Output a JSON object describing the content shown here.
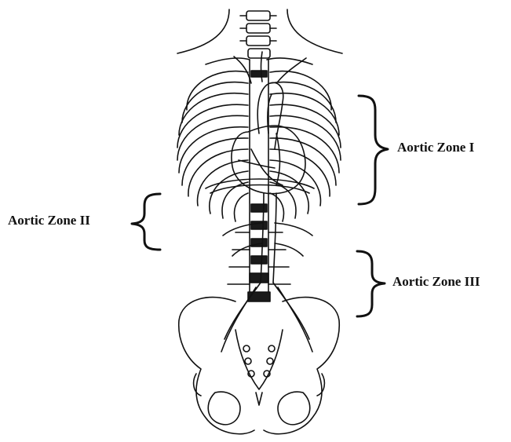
{
  "zones": [
    {
      "id": "zone-1",
      "label": "Aortic Zone I"
    },
    {
      "id": "zone-2",
      "label": "Aortic Zone II"
    },
    {
      "id": "zone-3",
      "label": "Aortic Zone III"
    }
  ],
  "colors": {
    "line": "#111111",
    "background": "#ffffff",
    "vertebra_fill": "#1a1a1a"
  }
}
